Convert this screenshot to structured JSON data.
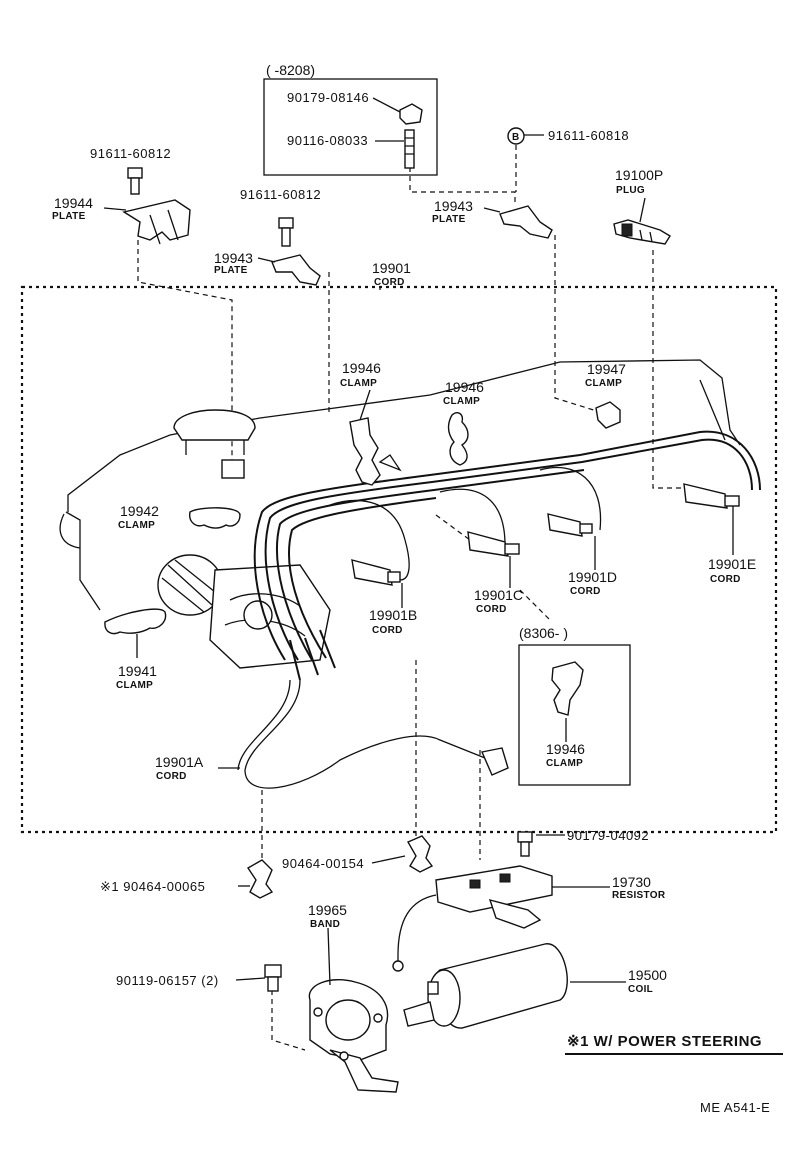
{
  "callouts": {
    "p_8208": "(      -8208)",
    "p_90179_08146": "90179-08146",
    "p_90116_08033": "90116-08033",
    "p_b": "B",
    "p_91611_60818": "91611-60818",
    "p_91611_60812_a": "91611-60812",
    "p_91611_60812_b": "91611-60812",
    "p_19944": "19944",
    "p_19944_sub": "PLATE",
    "p_19943_a": "19943",
    "p_19943_a_sub": "PLATE",
    "p_19943_b": "19943",
    "p_19943_b_sub": "PLATE",
    "p_19100p": "19100P",
    "p_19100p_sub": "PLUG",
    "p_19901": "19901",
    "p_19901_sub": "CORD",
    "p_19946_a": "19946",
    "p_19946_a_sub": "CLAMP",
    "p_19946_b": "19946",
    "p_19946_b_sub": "CLAMP",
    "p_19947": "19947",
    "p_19947_sub": "CLAMP",
    "p_19942": "19942",
    "p_19942_sub": "CLAMP",
    "p_19901e": "19901E",
    "p_19901e_sub": "CORD",
    "p_19901d": "19901D",
    "p_19901d_sub": "CORD",
    "p_19901c": "19901C",
    "p_19901c_sub": "CORD",
    "p_19901b": "19901B",
    "p_19901b_sub": "CORD",
    "p_8306": "(8306-          )",
    "p_19946_c": "19946",
    "p_19946_c_sub": "CLAMP",
    "p_19941": "19941",
    "p_19941_sub": "CLAMP",
    "p_19901a": "19901A",
    "p_19901a_sub": "CORD",
    "p_90179_04092": "90179-04092",
    "p_90464_00154": "90464-00154",
    "p_90464_00065": "※1 90464-00065",
    "p_19730": "19730",
    "p_19730_sub": "RESISTOR",
    "p_19965": "19965",
    "p_19965_sub": "BAND",
    "p_90119_06157": "90119-06157 (2)",
    "p_19500": "19500",
    "p_19500_sub": "COIL"
  },
  "footnote": "※1 W/ POWER STEERING",
  "diagram_code": "ME  A541-E"
}
